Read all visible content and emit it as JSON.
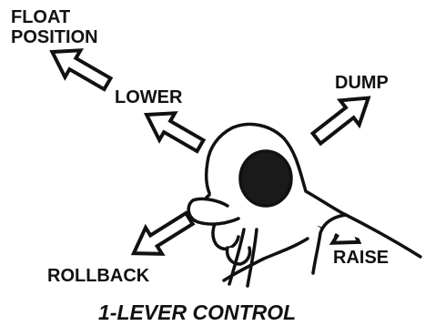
{
  "labels": {
    "float_line1": "FLOAT",
    "float_line2": "POSITION",
    "lower": "LOWER",
    "dump": "DUMP",
    "raise": "RAISE",
    "rollback": "ROLLBACK"
  },
  "caption": "1-LEVER CONTROL"
}
